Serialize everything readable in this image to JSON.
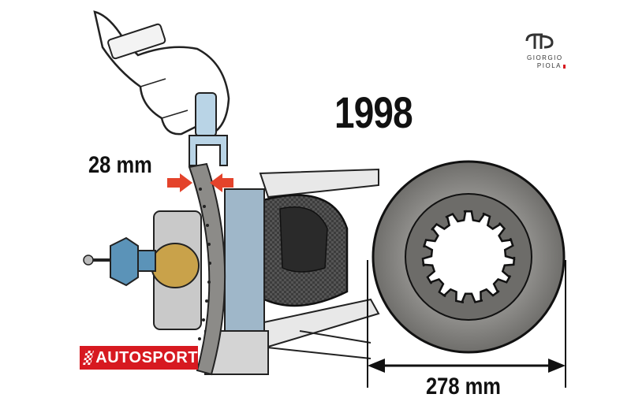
{
  "title": "1998",
  "labels": {
    "thickness": "28 mm",
    "diameter": "278 mm"
  },
  "artist_logo": {
    "line1": "GIORGIO",
    "line2": "PIOLA"
  },
  "badge": {
    "text": "AUTOSPORT"
  },
  "colors": {
    "arrow_red": "#e4432b",
    "disc_grey": "#8c8b88",
    "badge_red": "#d71920",
    "caliper_blue": "#5b93b8"
  },
  "icons": [
    "hand-icon",
    "thickness-arrow-left-icon",
    "thickness-arrow-right-icon",
    "brake-disc-icon",
    "diameter-arrow-icon",
    "autosport-flag-icon"
  ]
}
